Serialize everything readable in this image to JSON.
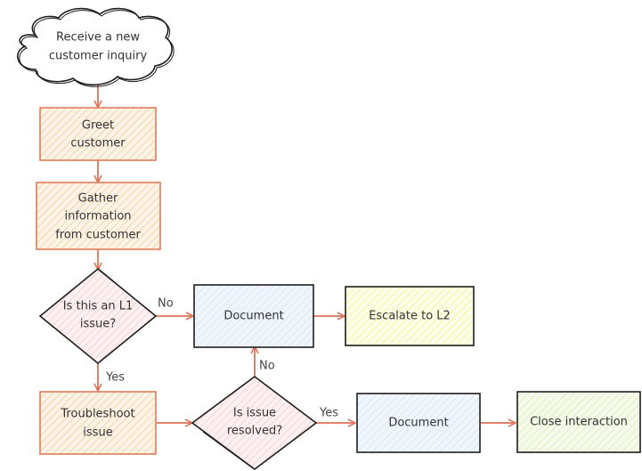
{
  "diagram": {
    "type": "flowchart",
    "style": "hand-drawn",
    "colors": {
      "arrow": "#e0735a",
      "orange_stroke": "#e07b5a",
      "orange_fill": "#f8cc90",
      "pink_fill": "#f9c6c6",
      "blue_fill": "#c5ddf5",
      "yellow_fill": "#f5f59a",
      "green_fill": "#cfe8a6",
      "dark_stroke": "#2b2b2b"
    },
    "nodes": {
      "start": {
        "line1": "Receive a new",
        "line2": "customer inquiry"
      },
      "greet": {
        "line1": "Greet",
        "line2": "customer"
      },
      "gather": {
        "line1": "Gather",
        "line2": "information",
        "line3": "from customer"
      },
      "l1_decision": {
        "line1": "Is this an L1",
        "line2": "issue?"
      },
      "document_1": {
        "line1": "Document"
      },
      "escalate": {
        "line1": "Escalate to L2"
      },
      "troubleshoot": {
        "line1": "Troubleshoot",
        "line2": "issue"
      },
      "resolved_decision": {
        "line1": "Is issue",
        "line2": "resolved?"
      },
      "document_2": {
        "line1": "Document"
      },
      "close": {
        "line1": "Close interaction"
      }
    },
    "edges": {
      "l1_no": "No",
      "l1_yes": "Yes",
      "resolved_no": "No",
      "resolved_yes": "Yes"
    }
  }
}
